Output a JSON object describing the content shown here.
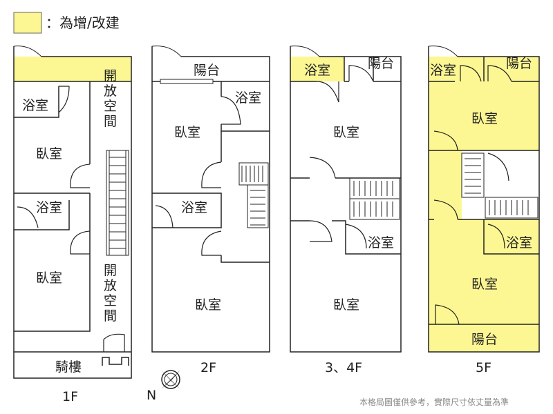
{
  "legend": {
    "label": "：為增/改建",
    "color": "#fcf792"
  },
  "rooms": {
    "f1_bath_top": "浴室",
    "f1_bed_top": "臥室",
    "f1_bath_mid": "浴室",
    "f1_bed_bottom": "臥室",
    "f1_open_top": "開放空間",
    "f1_open_bottom": "開放空間",
    "f1_arcade": "騎樓",
    "f2_balcony": "陽台",
    "f2_bath_top": "浴室",
    "f2_bed_top": "臥室",
    "f2_bath_mid": "浴室",
    "f2_bed_bottom": "臥室",
    "f34_bath_top": "浴室",
    "f34_balcony": "陽台",
    "f34_bed_top": "臥室",
    "f34_bath_mid": "浴室",
    "f34_bed_bottom": "臥室",
    "f5_bath_top": "浴室",
    "f5_balcony_top": "陽台",
    "f5_bed_top": "臥室",
    "f5_bath_mid": "浴室",
    "f5_bed_bottom": "臥室",
    "f5_balcony_bottom": "陽台"
  },
  "floors": {
    "f1": "1F",
    "f2": "2F",
    "f34": "3、4F",
    "f5": "5F"
  },
  "compass": {
    "north": "N"
  },
  "note": "本格局圖僅供參考，實際尺寸依丈量為準"
}
